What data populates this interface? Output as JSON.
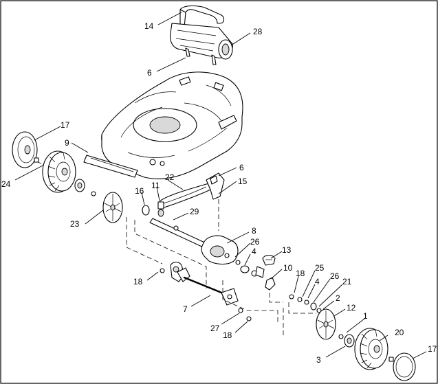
{
  "callouts": [
    {
      "id": "c14a",
      "text": "14"
    },
    {
      "id": "c28",
      "text": "28"
    },
    {
      "id": "c6a",
      "text": "6"
    },
    {
      "id": "c17a",
      "text": "17"
    },
    {
      "id": "c9",
      "text": "9"
    },
    {
      "id": "c24",
      "text": "24"
    },
    {
      "id": "c6b",
      "text": "6"
    },
    {
      "id": "c15",
      "text": "15"
    },
    {
      "id": "c22",
      "text": "22"
    },
    {
      "id": "c16",
      "text": "16"
    },
    {
      "id": "c11",
      "text": "11"
    },
    {
      "id": "c29",
      "text": "29"
    },
    {
      "id": "c23",
      "text": "23"
    },
    {
      "id": "c8",
      "text": "8"
    },
    {
      "id": "c26a",
      "text": "26"
    },
    {
      "id": "c4a",
      "text": "4"
    },
    {
      "id": "c13",
      "text": "13"
    },
    {
      "id": "c10",
      "text": "10"
    },
    {
      "id": "c18a",
      "text": "18"
    },
    {
      "id": "c18b",
      "text": "18"
    },
    {
      "id": "c25",
      "text": "25"
    },
    {
      "id": "c4b",
      "text": "4"
    },
    {
      "id": "c26b",
      "text": "26"
    },
    {
      "id": "c21",
      "text": "21"
    },
    {
      "id": "c2",
      "text": "2"
    },
    {
      "id": "c12",
      "text": "12"
    },
    {
      "id": "c7",
      "text": "7"
    },
    {
      "id": "c1",
      "text": "1"
    },
    {
      "id": "c20",
      "text": "20"
    },
    {
      "id": "c27",
      "text": "27"
    },
    {
      "id": "c18c",
      "text": "18"
    },
    {
      "id": "c3",
      "text": "3"
    },
    {
      "id": "c17b",
      "text": "17"
    }
  ]
}
